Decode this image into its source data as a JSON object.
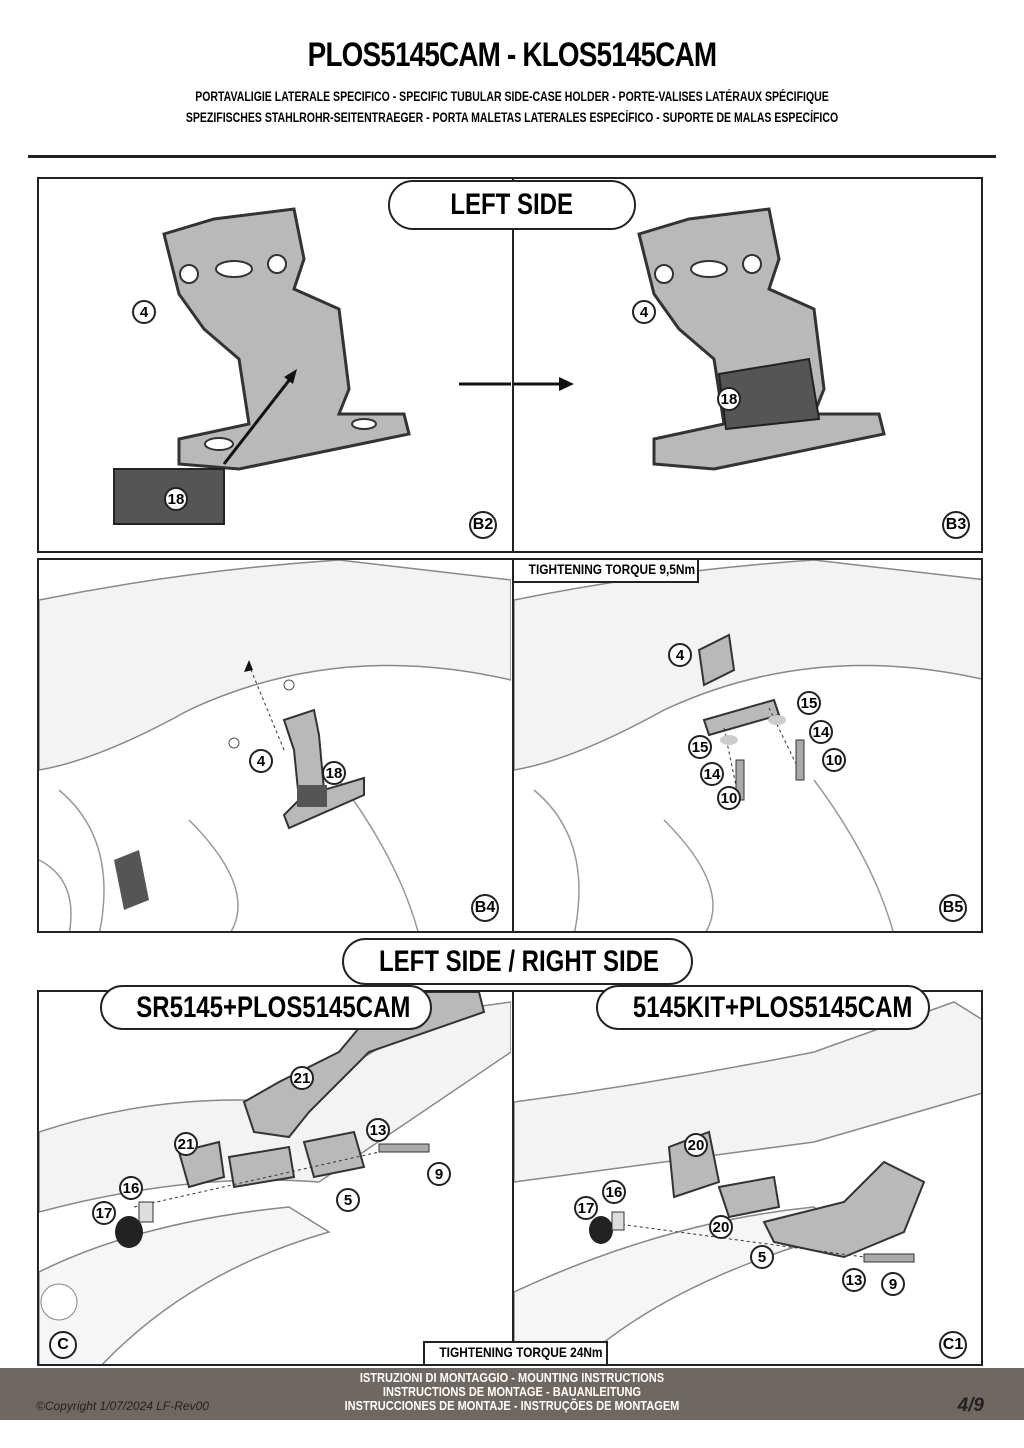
{
  "header": {
    "title": "PLOS5145CAM - KLOS5145CAM",
    "subtitle_line1": "PORTAVALIGIE LATERALE SPECIFICO  -  SPECIFIC TUBULAR SIDE-CASE HOLDER  - PORTE-VALISES LATÉRAUX SPÉCIFIQUE",
    "subtitle_line2": "SPEZIFISCHES STAHLROHR-SEITENTRAEGER - PORTA MALETAS LATERALES ESPECÍFICO - SUPORTE DE MALAS ESPECÍFICO"
  },
  "sections": {
    "left_side": "LEFT SIDE",
    "left_right_side": "LEFT SIDE / RIGHT SIDE",
    "kit_sr": "SR5145+PLOS5145CAM",
    "kit_5145": "5145KIT+PLOS5145CAM"
  },
  "torque": {
    "b5": "TIGHTENING TORQUE 9,5Nm",
    "c": "TIGHTENING TORQUE 24Nm"
  },
  "steps": {
    "b2": "B2",
    "b3": "B3",
    "b4": "B4",
    "b5": "B5",
    "c": "C",
    "c1": "C1"
  },
  "callouts": {
    "b2": [
      "4",
      "18"
    ],
    "b3": [
      "4",
      "18"
    ],
    "b4": [
      "4",
      "18"
    ],
    "b5": [
      "4",
      "15",
      "15",
      "14",
      "14",
      "10",
      "10"
    ],
    "c": [
      "21",
      "21",
      "13",
      "9",
      "16",
      "17",
      "5"
    ],
    "c1": [
      "20",
      "16",
      "17",
      "20",
      "5",
      "13",
      "9"
    ]
  },
  "footer": {
    "line1": "ISTRUZIONI DI MONTAGGIO  -  MOUNTING INSTRUCTIONS",
    "line2": "INSTRUCTIONS DE MONTAGE - BAUANLEITUNG",
    "line3": "INSTRUCCIONES DE MONTAJE - INSTRUÇÕES DE MONTAGEM",
    "copyright": "©Copyright 1/07/2024 LF-Rev00",
    "page": "4/9"
  }
}
